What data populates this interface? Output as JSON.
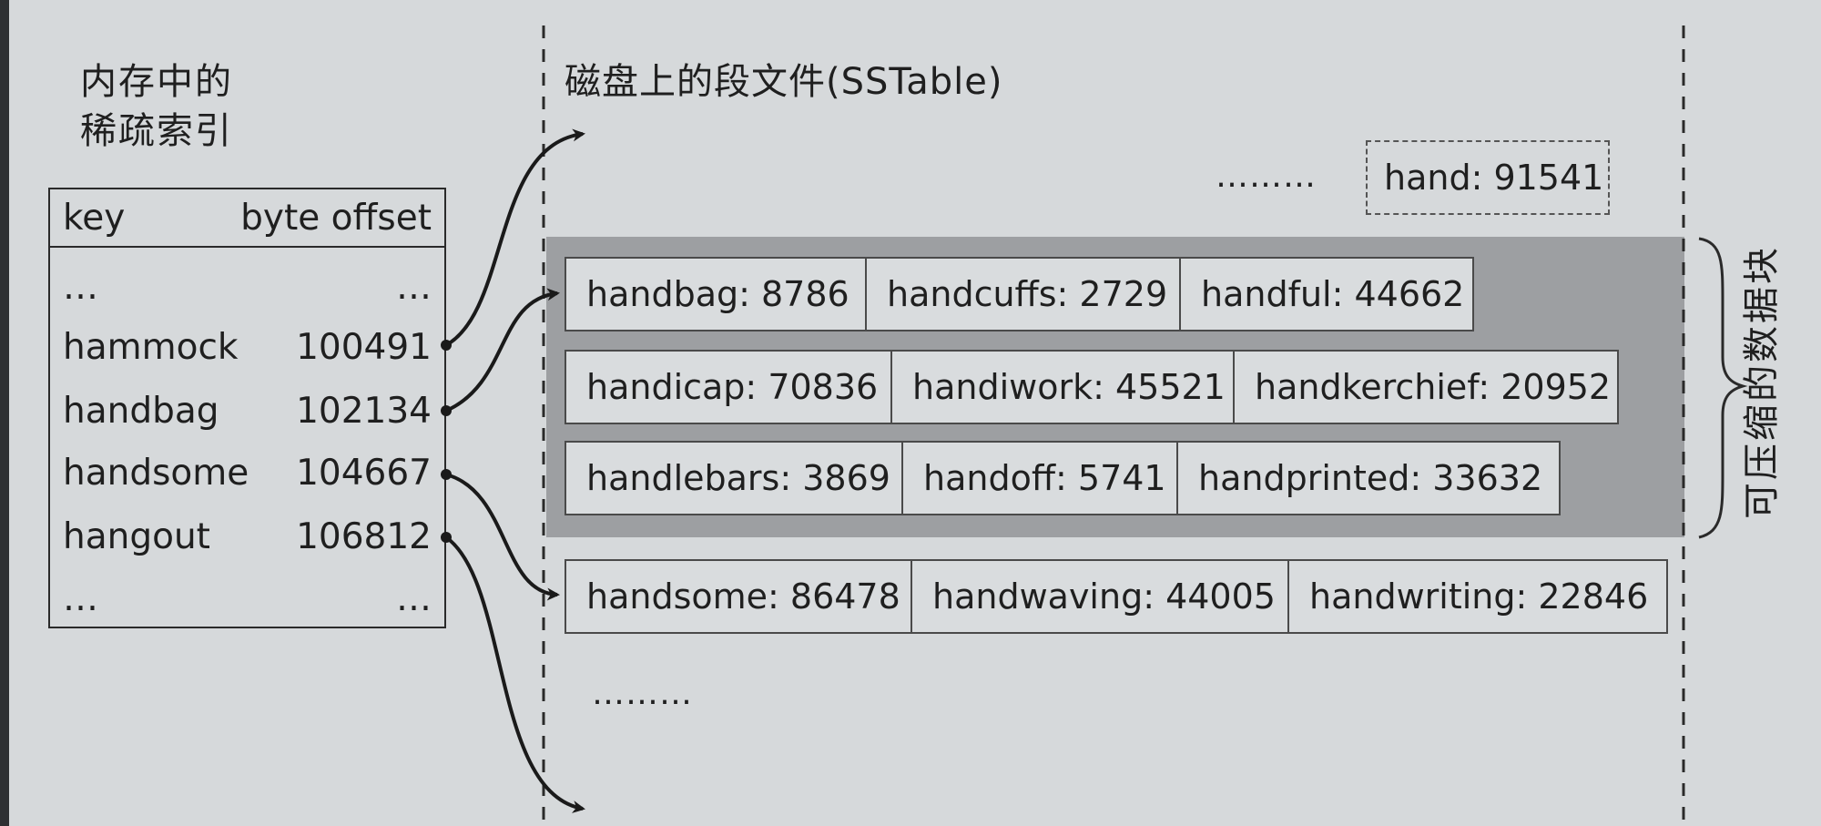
{
  "index": {
    "title_line1": "内存中的",
    "title_line2": "稀疏索引",
    "header_key": "key",
    "header_offset": "byte offset",
    "rows": [
      {
        "key": "…",
        "offset": "…"
      },
      {
        "key": "hammock",
        "offset": "100491"
      },
      {
        "key": "handbag",
        "offset": "102134"
      },
      {
        "key": "handsome",
        "offset": "104667"
      },
      {
        "key": "hangout",
        "offset": "106812"
      },
      {
        "key": "…",
        "offset": "…"
      }
    ]
  },
  "segment": {
    "title": "磁盘上的段文件(SSTable)",
    "ellipsis_top": "………",
    "hand_entry": "hand: 91541",
    "block_rows": [
      [
        "handbag: 8786",
        "handcuffs: 2729",
        "handful: 44662"
      ],
      [
        "handicap: 70836",
        "handiwork: 45521",
        "handkerchief: 20952"
      ],
      [
        "handlebars: 3869",
        "handoff: 5741",
        "handprinted: 33632"
      ]
    ],
    "after_row": [
      "handsome: 86478",
      "handwaving: 44005",
      "handwriting: 22846"
    ],
    "ellipsis_bottom": "………",
    "block_label": "可压缩的数据块"
  }
}
